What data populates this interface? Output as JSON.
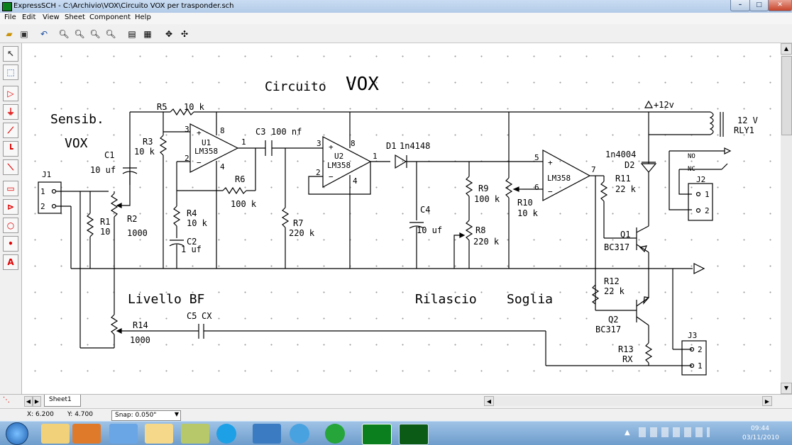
{
  "window": {
    "title": "ExpressSCH - C:\\Archivio\\VOX\\Circuito VOX per trasponder.sch"
  },
  "menu": [
    "File",
    "Edit",
    "View",
    "Sheet",
    "Component",
    "Help"
  ],
  "toolbar": {
    "icons": [
      "open-icon",
      "save-icon",
      "undo-icon",
      "zoom-in-icon",
      "zoom-out-icon",
      "zoom-area-icon",
      "zoom-fit-icon",
      "properties-icon",
      "net-icon",
      "move-icon",
      "pan-icon"
    ]
  },
  "palette": {
    "icons": [
      "pointer-icon",
      "select-area-icon",
      "component-icon",
      "ground-icon",
      "wire-icon",
      "bus-icon",
      "line-icon",
      "box-icon",
      "port-icon",
      "circle-icon",
      "junction-icon",
      "text-icon"
    ]
  },
  "schematic": {
    "title_a": "Circuito",
    "title_b": "VOX",
    "sensib": "Sensib.",
    "vox": "VOX",
    "livello": "Livello BF",
    "rilascio": "Rilascio",
    "soglia": "Soglia",
    "r5": "R5",
    "r5v": "10 k",
    "r3": "R3",
    "r3v": "10 k",
    "u1": "U1",
    "u1p": "LM358",
    "c3": "C3",
    "c3v": "100 nf",
    "u2": "U2",
    "u2p": "LM358",
    "d1": "D1",
    "d1p": "1n4148",
    "c1": "C1",
    "c1v": "10 uf",
    "j1": "J1",
    "r1": "R1",
    "r1v": "10",
    "r2": "R2",
    "r2v": "1000",
    "r4": "R4",
    "r4v": "10 k",
    "c2": "C2",
    "c2v": "1 uf",
    "r6": "R6",
    "r6v": "100 k",
    "r7": "R7",
    "r7v": "220 k",
    "c4": "C4",
    "c4v": "10 uf",
    "r9": "R9",
    "r9v": "100 k",
    "r8": "R8",
    "r8v": "220 k",
    "r10": "R10",
    "r10v": "10 k",
    "u3p": "LM358",
    "r11": "R11",
    "r11v": "22 k",
    "d2p": "1n4004",
    "d2": "D2",
    "q1": "Q1",
    "q1p": "BC317",
    "r12": "R12",
    "r12v": "22 k",
    "q2": "Q2",
    "q2p": "BC317",
    "r13": "R13",
    "r13v": "RX",
    "r14": "R14",
    "r14v": "1000",
    "c5": "C5",
    "c5v": "CX",
    "vcc": "+12v",
    "rly_a": "12 V",
    "rly_b": "RLY1",
    "no": "NO",
    "nc": "NC",
    "j2": "J2",
    "j3": "J3",
    "pin1": "1",
    "pin2": "2",
    "pin3": "3",
    "pin4": "4",
    "pin5": "5",
    "pin6": "6",
    "pin7": "7",
    "pin8": "8",
    "plus": "+",
    "minus": "−"
  },
  "sheet_tab": "Sheet1",
  "status": {
    "x": "X: 6.200",
    "y": "Y: 4.700",
    "snap": "Snap:  0.050\""
  },
  "clock": {
    "time": "09:44",
    "date": "03/11/2010"
  }
}
